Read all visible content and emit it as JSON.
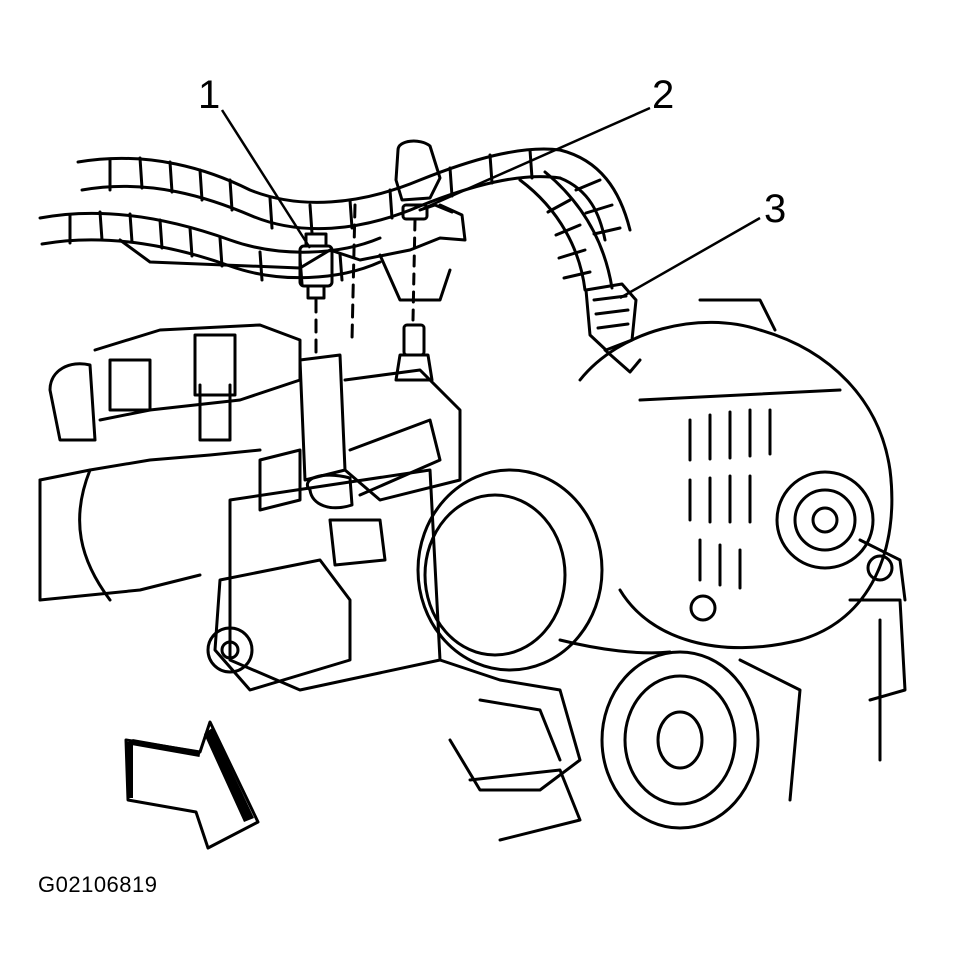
{
  "diagram": {
    "callouts": [
      {
        "id": "1",
        "label": "1"
      },
      {
        "id": "2",
        "label": "2"
      },
      {
        "id": "3",
        "label": "3"
      }
    ],
    "figure_id": "G02106819",
    "colors": {
      "ink": "#000000",
      "paper": "#ffffff"
    },
    "icons": [
      "direction-arrow-icon"
    ]
  }
}
